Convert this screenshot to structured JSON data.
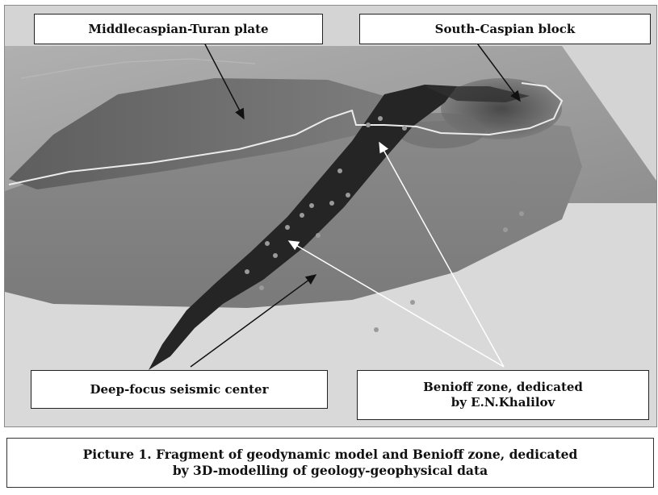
{
  "labels": {
    "plate": "Middlecaspian-Turan plate",
    "block": "South-Caspian block",
    "deep_focus": "Deep-focus seismic center",
    "benioff_line1": "Benioff zone, dedicated",
    "benioff_line2": "by E.N.Khalilov"
  },
  "caption": {
    "line1": "Picture 1. Fragment of geodynamic model and Benioff zone, dedicated",
    "line2": "by 3D-modelling of geology-geophysical data"
  },
  "colors": {
    "background": "#d4d4d4",
    "surface_plane": "#9e9e9e",
    "lower_slab": "#858585",
    "upper_slab": "#6f6f6f",
    "benioff_zone": "#2a2a2a",
    "coastline": "#e8e8e8",
    "arrows_black": "#111111",
    "arrows_white": "#ffffff"
  }
}
